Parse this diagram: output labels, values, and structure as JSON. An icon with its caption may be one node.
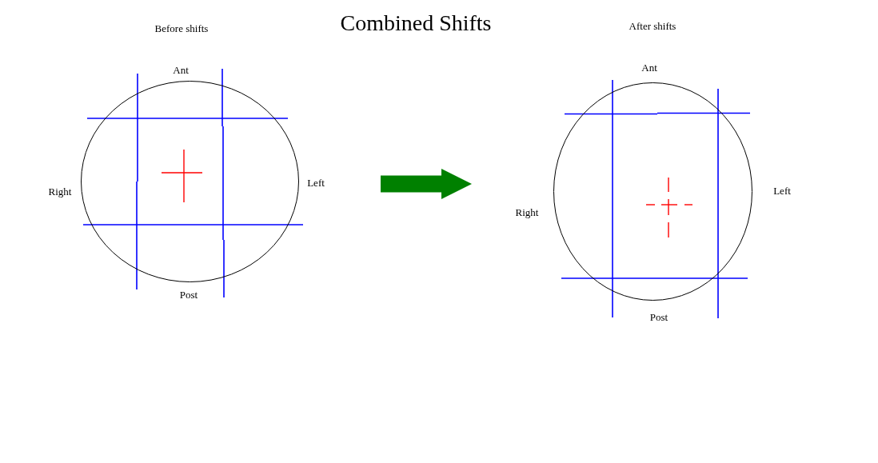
{
  "diagram": {
    "title": "Combined Shifts",
    "nodes": [
      {
        "text": [],
        "shape": "circle",
        "beside": [
          "Ant",
          "Right",
          "Left",
          "Post"
        ]
      },
      {
        "text": [],
        "shape": "circle",
        "beside": [
          "Ant",
          "Left",
          "Right",
          "Post"
        ]
      }
    ],
    "edges": [
      {
        "from": 0,
        "to": 1,
        "arrow": "to",
        "style": "thick",
        "color": "#008000"
      }
    ],
    "labels": [
      "Before shifts",
      "After shifts"
    ]
  }
}
